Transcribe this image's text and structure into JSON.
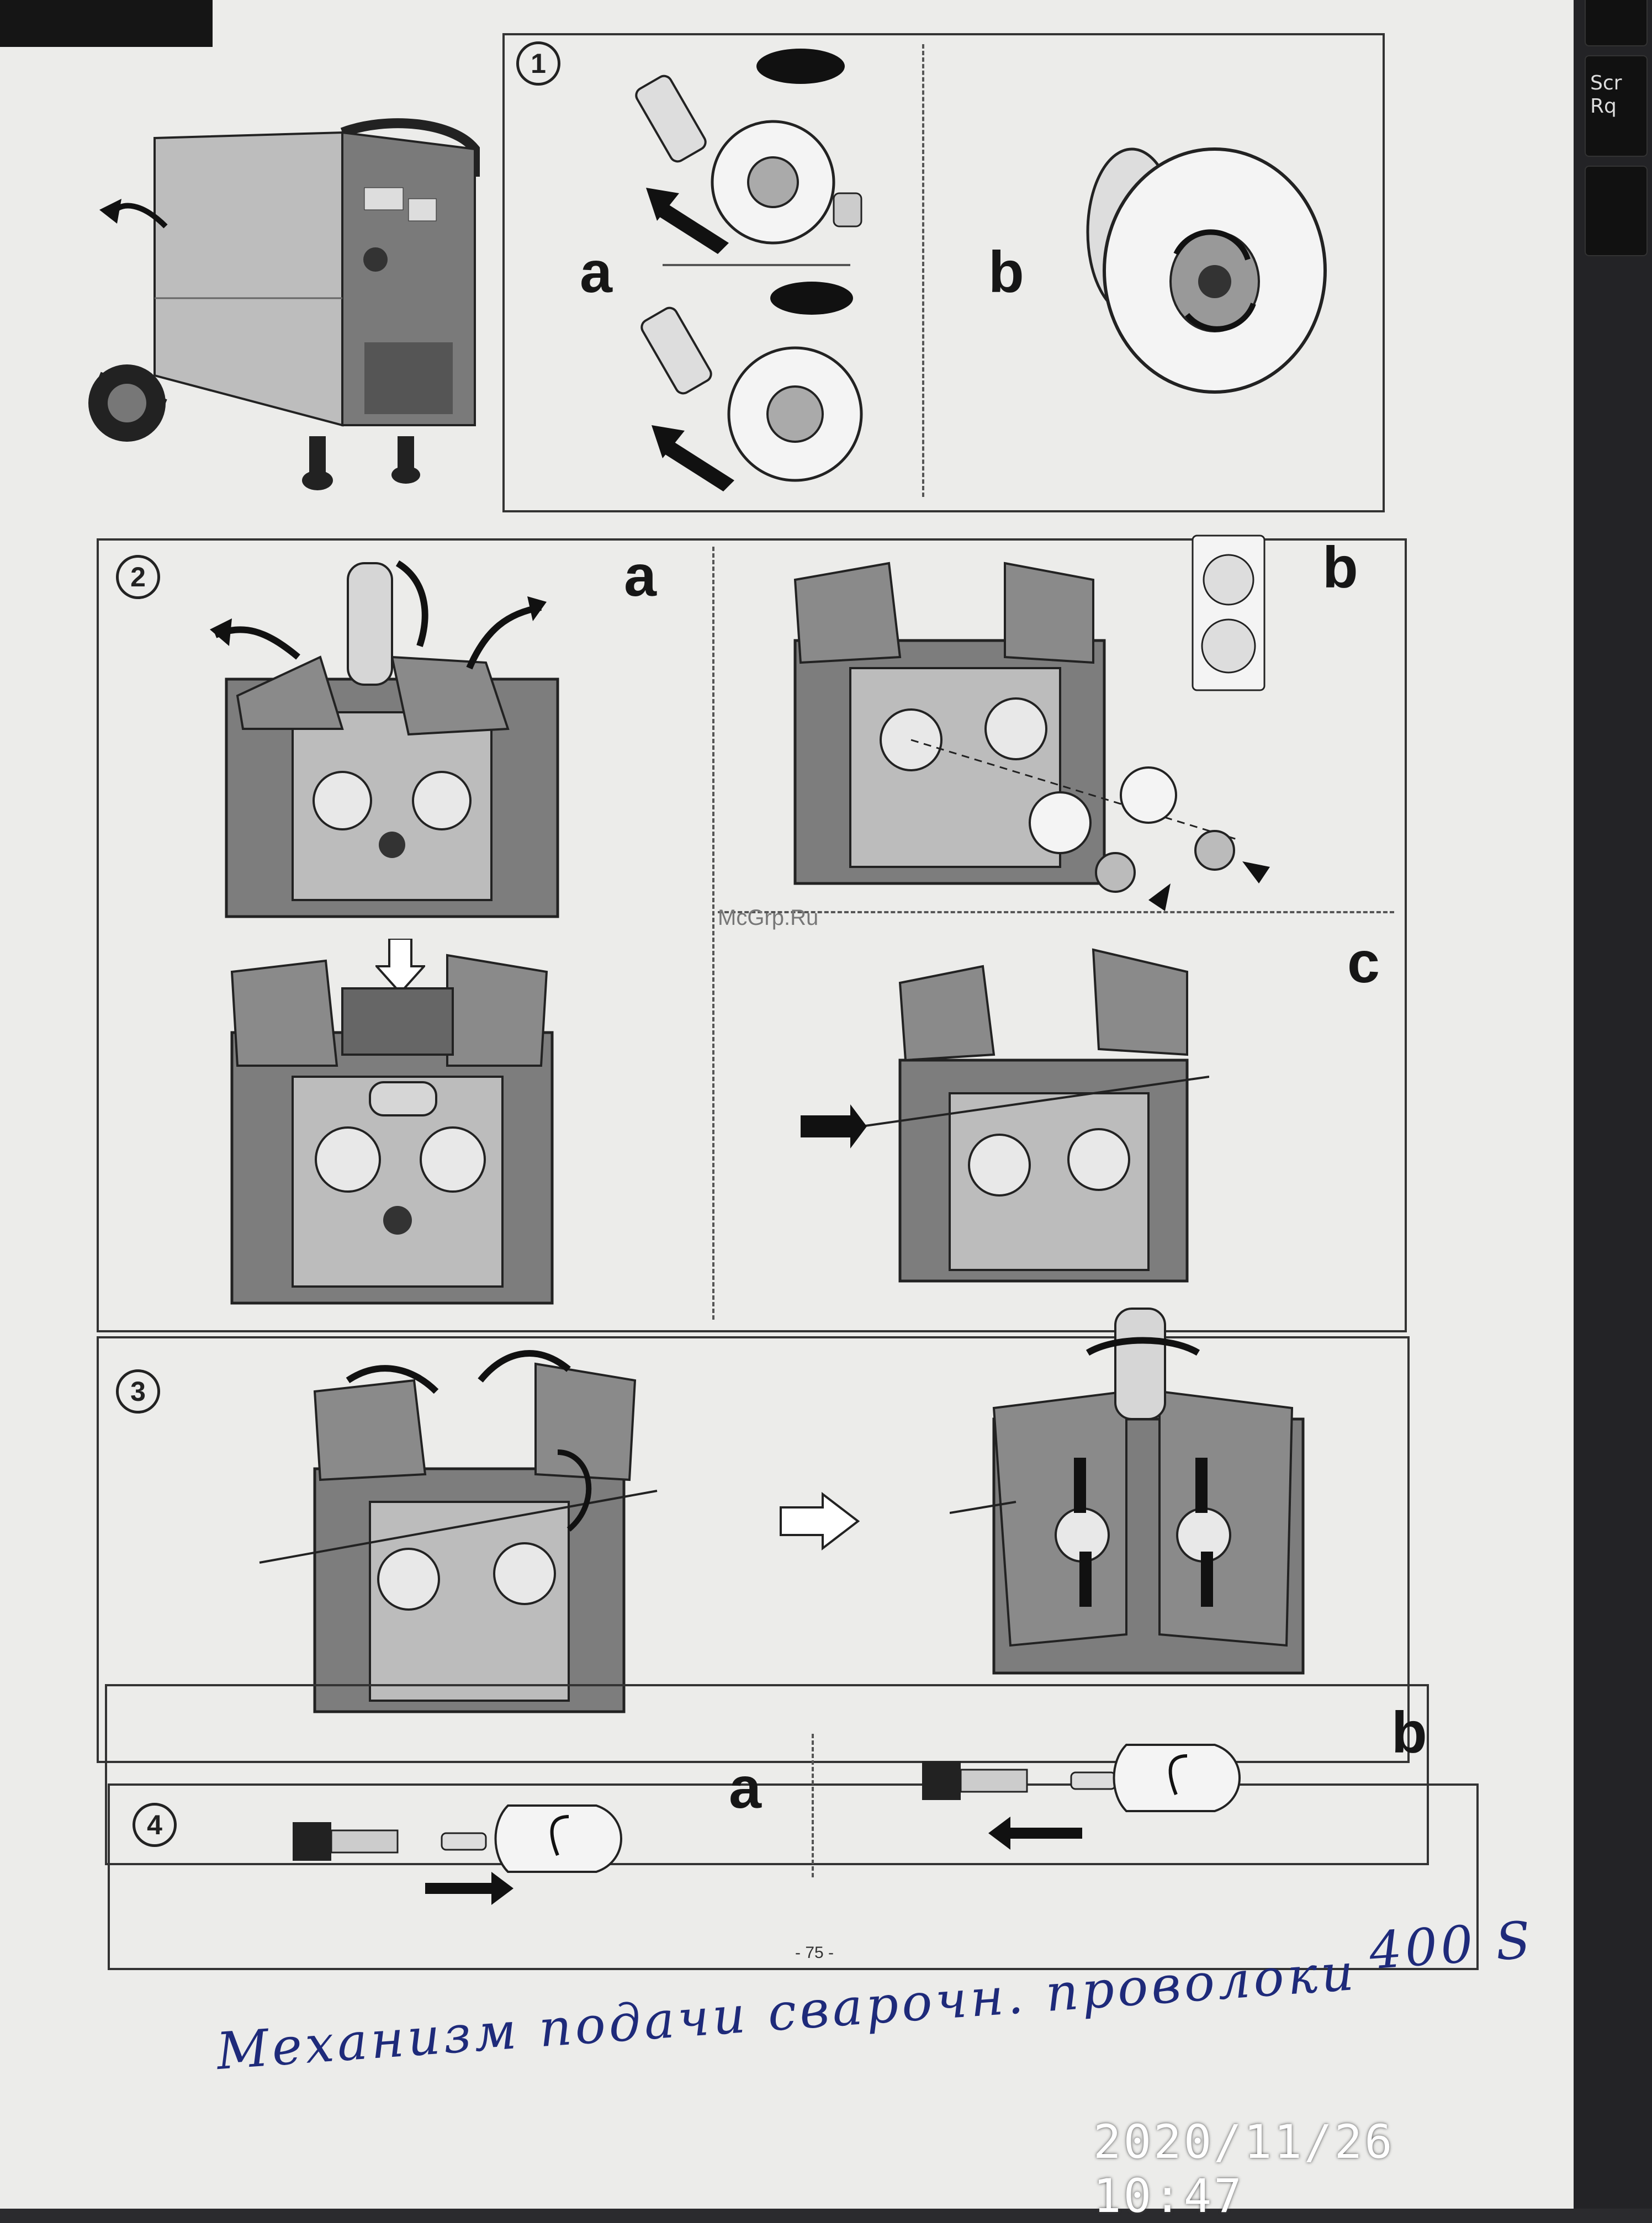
{
  "keyboard": {
    "key1": "Scr",
    "key2": "Rq"
  },
  "steps": {
    "s1": {
      "number": "1",
      "label_a": "a",
      "label_b": "b"
    },
    "s2": {
      "number": "2",
      "label_a": "a",
      "label_b": "b",
      "label_c": "c"
    },
    "s3": {
      "number": "3"
    },
    "s4": {
      "number": "4",
      "label_a": "a",
      "label_b": "b"
    }
  },
  "watermark": "McGrp.Ru",
  "page_number": "- 75 -",
  "handwriting": {
    "line1": "Механизм подачи сварочн. проволоки",
    "model": "400 S"
  },
  "timestamp": "2020/11/26  10:47"
}
